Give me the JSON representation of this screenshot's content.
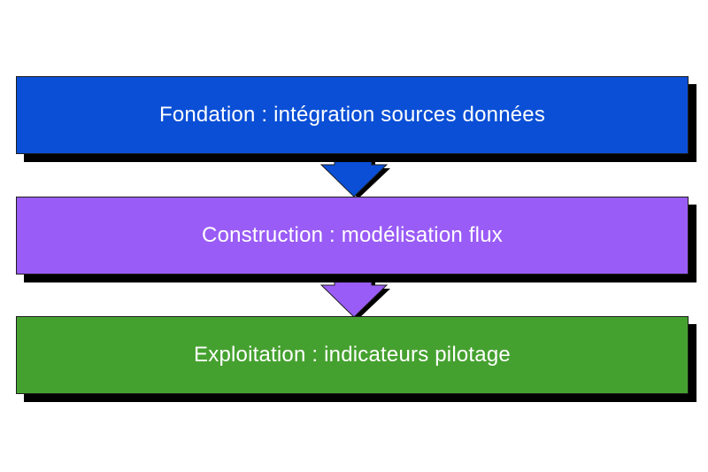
{
  "diagram": {
    "steps": [
      {
        "label": "Fondation : intégration sources données",
        "color": "#0a4fd6"
      },
      {
        "label": "Construction : modélisation flux",
        "color": "#9a5cf6"
      },
      {
        "label": "Exploitation : indicateurs pilotage",
        "color": "#45a12f"
      }
    ],
    "arrows": [
      {
        "from": 0,
        "to": 1,
        "color": "#0a4fd6"
      },
      {
        "from": 1,
        "to": 2,
        "color": "#9a5cf6"
      }
    ]
  }
}
